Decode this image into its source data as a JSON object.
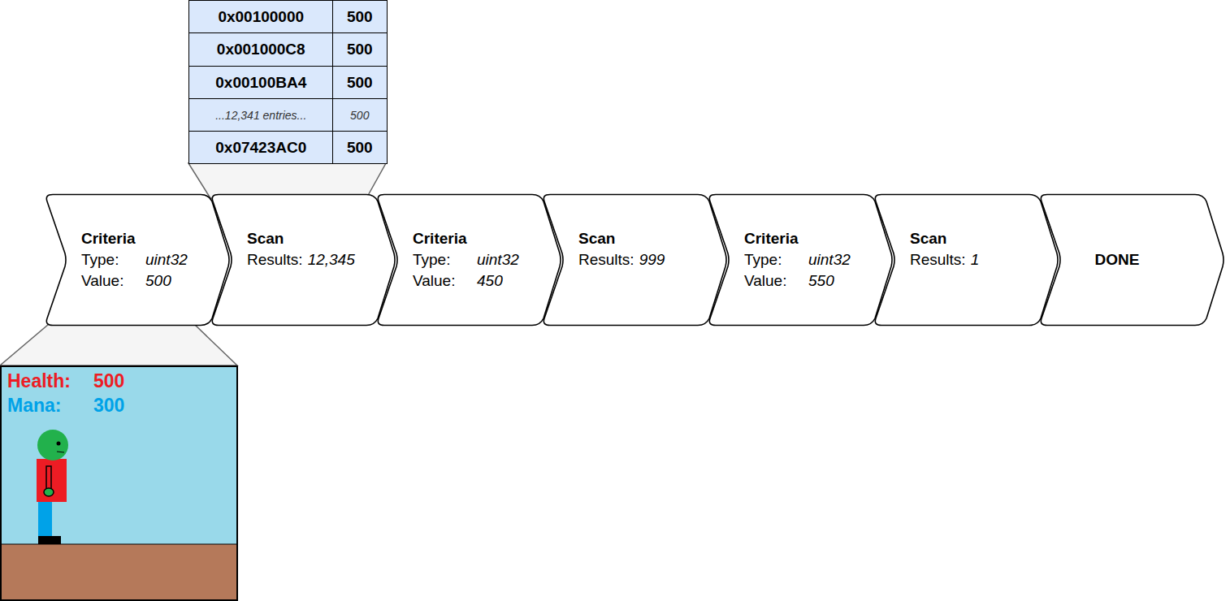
{
  "diagram": {
    "nodes": [
      {
        "text": [
          "Criteria",
          "Type:",
          "uint32",
          "Value:",
          "500"
        ]
      },
      {
        "text": [
          "Scan",
          "Results:",
          "12,345"
        ]
      },
      {
        "text": [
          "Criteria",
          "Type:",
          "uint32",
          "Value:",
          "450"
        ]
      },
      {
        "text": [
          "Scan",
          "Results:",
          "999"
        ]
      },
      {
        "text": [
          "Criteria",
          "Type:",
          "uint32",
          "Value:",
          "550"
        ]
      },
      {
        "text": [
          "Scan",
          "Results:",
          "1"
        ]
      },
      {
        "text": [
          "DONE"
        ]
      }
    ],
    "labels": [
      "0x00100000",
      "500",
      "0x001000C8",
      "500",
      "0x00100BA4",
      "500",
      "...12,341 entries...",
      "500",
      "0x07423AC0",
      "500",
      "Health:",
      "500",
      "Mana:",
      "300"
    ]
  }
}
